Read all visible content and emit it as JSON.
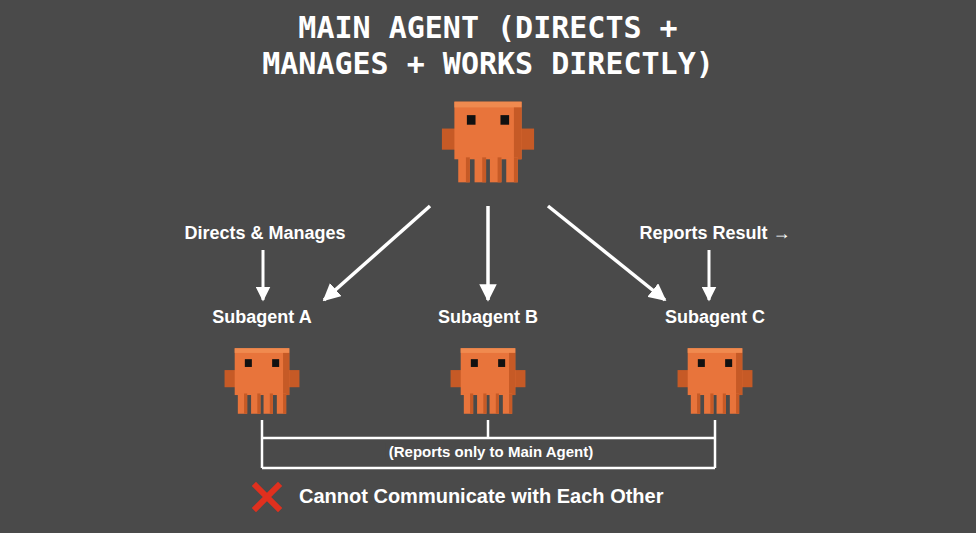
{
  "diagram": {
    "nodes": [
      {
        "text": [
          "MAIN AGENT (DIRECTS + MANAGES + WORKS DIRECTLY)"
        ]
      },
      {
        "text": [
          "Subagent A"
        ]
      },
      {
        "text": [
          "Subagent B"
        ]
      },
      {
        "text": [
          "Subagent C"
        ]
      }
    ],
    "edges": [
      {
        "from": 0,
        "to": 1,
        "arrow": "to"
      },
      {
        "from": 0,
        "to": 2,
        "arrow": "to"
      },
      {
        "from": 0,
        "to": 3,
        "arrow": "to"
      }
    ],
    "labels": [
      "Directs & Manages",
      "Reports Result →",
      "(Reports only to Main Agent)",
      "Cannot Communicate with Each Other"
    ]
  }
}
